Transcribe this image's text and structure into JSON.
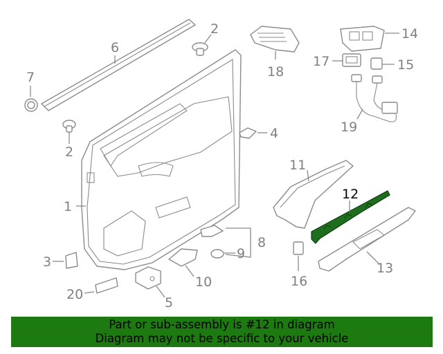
{
  "callouts": {
    "c1": "1",
    "c2a": "2",
    "c2b": "2",
    "c3": "3",
    "c4": "4",
    "c5": "5",
    "c6": "6",
    "c7": "7",
    "c8": "8",
    "c9": "9",
    "c10": "10",
    "c11": "11",
    "c12": "12",
    "c13": "13",
    "c14": "14",
    "c15": "15",
    "c16": "16",
    "c17": "17",
    "c18": "18",
    "c19": "19",
    "c20": "20"
  },
  "highlighted_part": "12",
  "colors": {
    "highlight": "#1f6e1f",
    "banner": "#1c7a10",
    "line": "#8a8a8a"
  },
  "banner": {
    "line1": "Part or sub-assembly is #12 in diagram",
    "line2": "Diagram may not be specific to your vehicle"
  }
}
